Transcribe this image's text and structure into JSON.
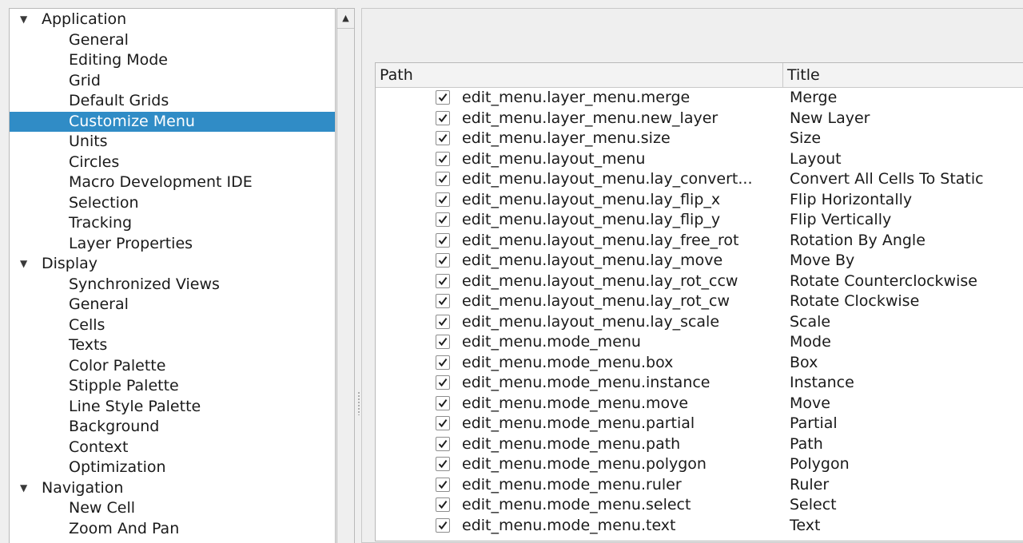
{
  "tree": {
    "groups": [
      {
        "label": "Application",
        "children": [
          "General",
          "Editing Mode",
          "Grid",
          "Default Grids",
          "Customize Menu",
          "Units",
          "Circles",
          "Macro Development IDE",
          "Selection",
          "Tracking",
          "Layer Properties"
        ]
      },
      {
        "label": "Display",
        "children": [
          "Synchronized Views",
          "General",
          "Cells",
          "Texts",
          "Color Palette",
          "Stipple Palette",
          "Line Style Palette",
          "Background",
          "Context",
          "Optimization"
        ]
      },
      {
        "label": "Navigation",
        "children": [
          "New Cell",
          "Zoom And Pan"
        ]
      }
    ],
    "selected": "Customize Menu",
    "scroll_up_icon": "up-triangle-icon"
  },
  "table": {
    "headers": {
      "path": "Path",
      "title": "Title"
    },
    "rows": [
      {
        "path": "edit_menu.layer_menu.merge",
        "title": "Merge",
        "checked": true
      },
      {
        "path": "edit_menu.layer_menu.new_layer",
        "title": "New Layer",
        "checked": true
      },
      {
        "path": "edit_menu.layer_menu.size",
        "title": "Size",
        "checked": true
      },
      {
        "path": "edit_menu.layout_menu",
        "title": "Layout",
        "checked": true
      },
      {
        "path": "edit_menu.layout_menu.lay_convert...",
        "title": "Convert All Cells To Static",
        "checked": true
      },
      {
        "path": "edit_menu.layout_menu.lay_flip_x",
        "title": "Flip Horizontally",
        "checked": true
      },
      {
        "path": "edit_menu.layout_menu.lay_flip_y",
        "title": "Flip Vertically",
        "checked": true
      },
      {
        "path": "edit_menu.layout_menu.lay_free_rot",
        "title": "Rotation By Angle",
        "checked": true
      },
      {
        "path": "edit_menu.layout_menu.lay_move",
        "title": "Move By",
        "checked": true
      },
      {
        "path": "edit_menu.layout_menu.lay_rot_ccw",
        "title": "Rotate Counterclockwise",
        "checked": true
      },
      {
        "path": "edit_menu.layout_menu.lay_rot_cw",
        "title": "Rotate Clockwise",
        "checked": true
      },
      {
        "path": "edit_menu.layout_menu.lay_scale",
        "title": "Scale",
        "checked": true
      },
      {
        "path": "edit_menu.mode_menu",
        "title": "Mode",
        "checked": true
      },
      {
        "path": "edit_menu.mode_menu.box",
        "title": "Box",
        "checked": true
      },
      {
        "path": "edit_menu.mode_menu.instance",
        "title": "Instance",
        "checked": true
      },
      {
        "path": "edit_menu.mode_menu.move",
        "title": "Move",
        "checked": true
      },
      {
        "path": "edit_menu.mode_menu.partial",
        "title": "Partial",
        "checked": true
      },
      {
        "path": "edit_menu.mode_menu.path",
        "title": "Path",
        "checked": true
      },
      {
        "path": "edit_menu.mode_menu.polygon",
        "title": "Polygon",
        "checked": true
      },
      {
        "path": "edit_menu.mode_menu.ruler",
        "title": "Ruler",
        "checked": true
      },
      {
        "path": "edit_menu.mode_menu.select",
        "title": "Select",
        "checked": true
      },
      {
        "path": "edit_menu.mode_menu.text",
        "title": "Text",
        "checked": true
      }
    ]
  },
  "colors": {
    "selection": "#308cc6",
    "panel_bg": "#efefef"
  }
}
